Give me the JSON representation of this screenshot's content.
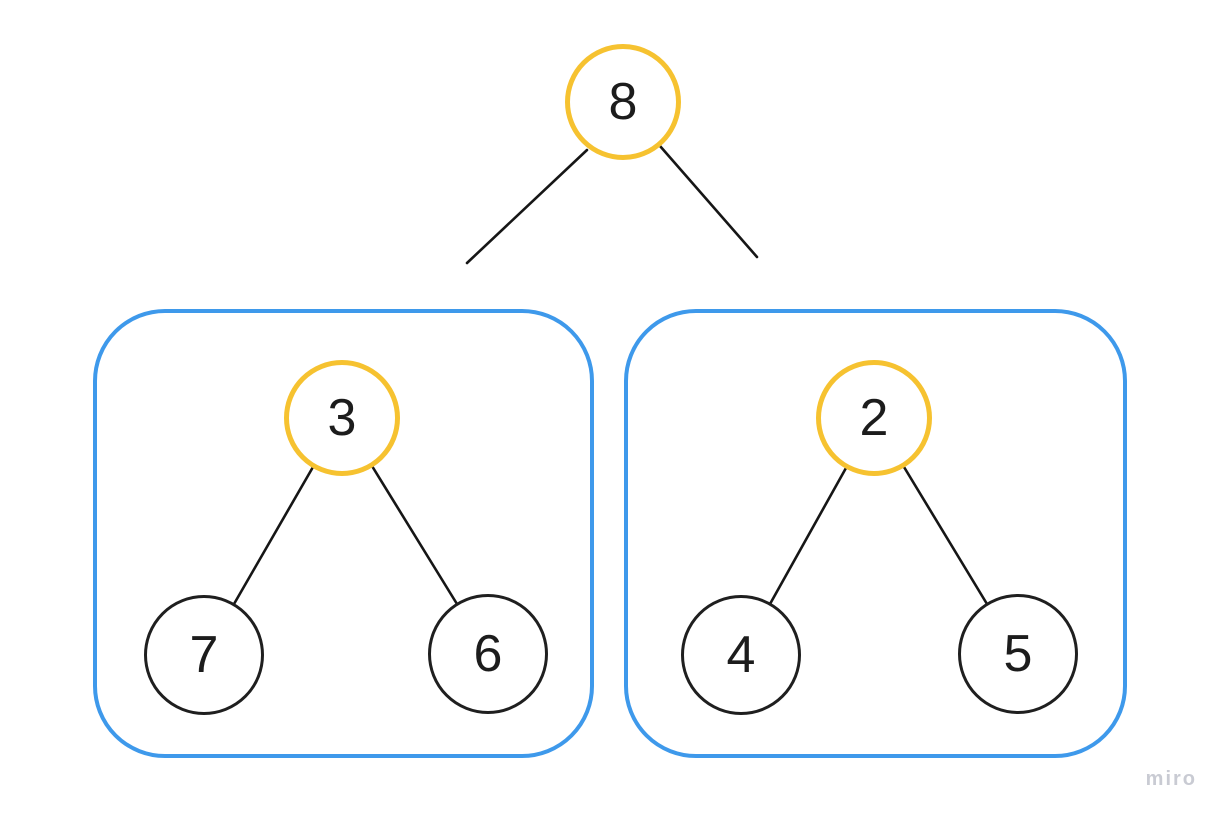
{
  "board": {
    "background": "#FFFFFF",
    "watermark": {
      "label": "miro",
      "color": "#C9CBD3"
    }
  },
  "colors": {
    "highlight_node_border": "#F6C230",
    "leaf_node_border": "#1F1F1F",
    "frame_border": "#3E99EB",
    "edge_line": "#161616",
    "node_text": "#1C1C1C"
  },
  "tree": {
    "type": "binary-tree-diagram",
    "root": {
      "label": "8",
      "highlighted": true
    },
    "subtrees": [
      {
        "side": "left",
        "root": {
          "label": "3",
          "highlighted": true
        },
        "children": [
          {
            "label": "7"
          },
          {
            "label": "6"
          }
        ]
      },
      {
        "side": "right",
        "root": {
          "label": "2",
          "highlighted": true
        },
        "children": [
          {
            "label": "4"
          },
          {
            "label": "5"
          }
        ]
      }
    ],
    "edges": [
      "root-to-left-frame",
      "root-to-right-frame",
      "3-7",
      "3-6",
      "2-4",
      "2-5"
    ]
  }
}
